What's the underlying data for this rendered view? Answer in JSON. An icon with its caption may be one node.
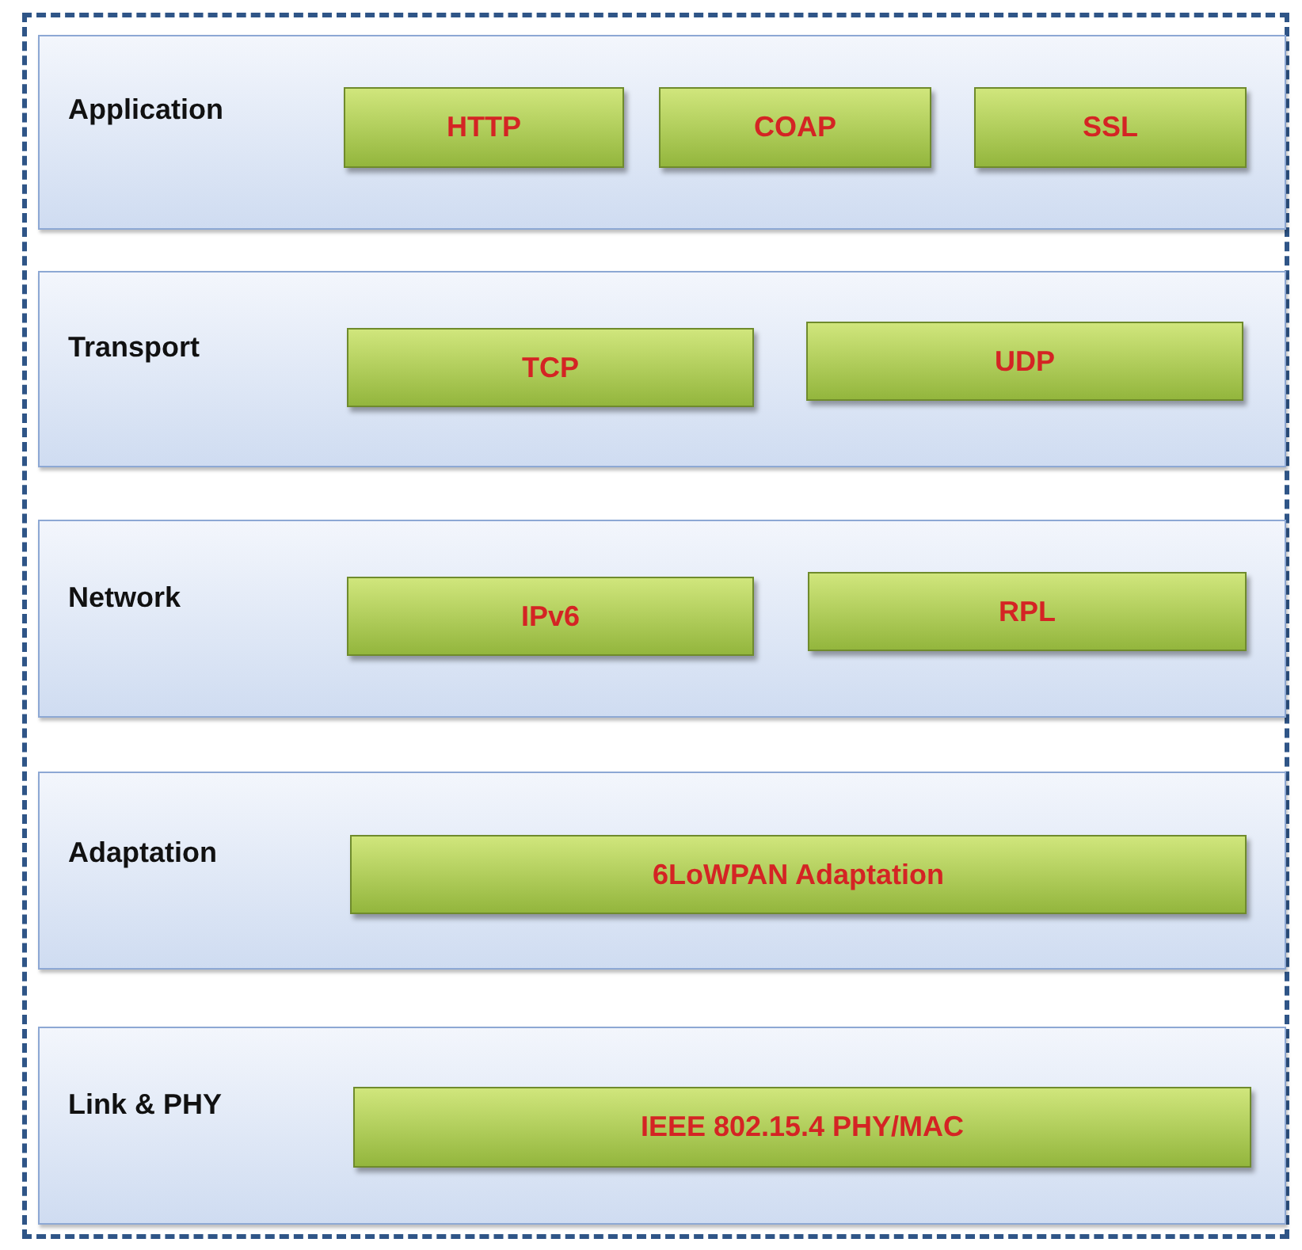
{
  "diagram": {
    "nodes": [
      {
        "text": [
          "Application"
        ]
      },
      {
        "text": [
          "HTTP"
        ],
        "in": 0
      },
      {
        "text": [
          "COAP"
        ],
        "in": 0
      },
      {
        "text": [
          "SSL"
        ],
        "in": 0
      },
      {
        "text": [
          "Transport"
        ]
      },
      {
        "text": [
          "TCP"
        ],
        "in": 4
      },
      {
        "text": [
          "UDP"
        ],
        "in": 4
      },
      {
        "text": [
          "Network"
        ]
      },
      {
        "text": [
          "IPv6"
        ],
        "in": 7
      },
      {
        "text": [
          "RPL"
        ],
        "in": 7
      },
      {
        "text": [
          "Adaptation"
        ]
      },
      {
        "text": [
          "6LoWPAN Adaptation"
        ],
        "in": 10
      },
      {
        "text": [
          "Link & PHY"
        ]
      },
      {
        "text": [
          "IEEE 802.15.4 PHY/MAC"
        ],
        "in": 12
      }
    ]
  }
}
